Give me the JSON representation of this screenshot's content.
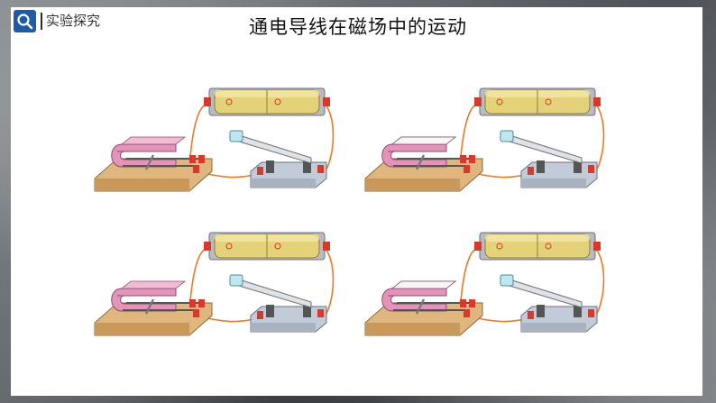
{
  "header": {
    "section_label": "实验探究",
    "title": "通电导线在磁场中的运动"
  },
  "icons": {
    "search": "search-icon"
  },
  "colors": {
    "accent_blue": "#1f5aa6",
    "battery_yellow": "#e4d27a",
    "wire_orange": "#e87a2a",
    "terminal_red": "#d63a2a",
    "magnet_pink": "#e394b8",
    "base_wood": "#e0b67f",
    "switch_base": "#c3cbd8"
  },
  "setups": [
    {
      "magnet_variant": "N-top"
    },
    {
      "magnet_variant": "S-top"
    },
    {
      "magnet_variant": "N-top"
    },
    {
      "magnet_variant": "S-top"
    }
  ]
}
